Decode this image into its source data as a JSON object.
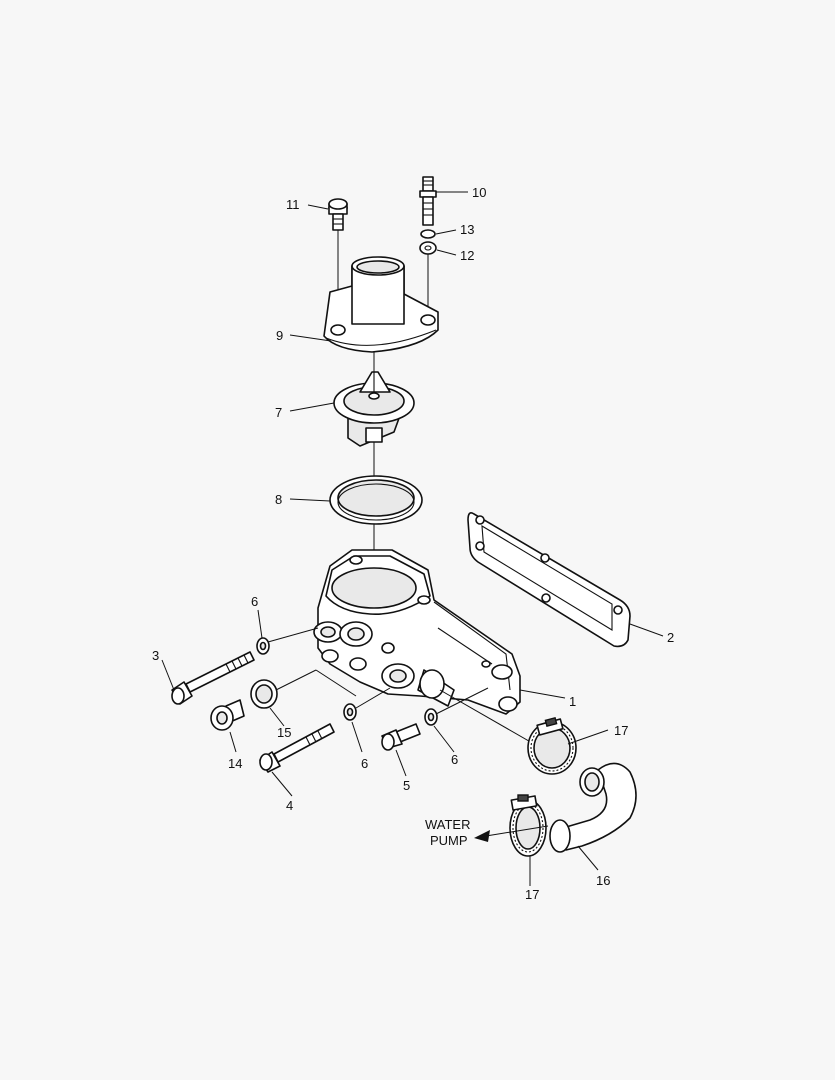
{
  "callouts": {
    "c1": "1",
    "c2": "2",
    "c3": "3",
    "c4": "4",
    "c5": "5",
    "c6a": "6",
    "c6b": "6",
    "c6c": "6",
    "c7": "7",
    "c8": "8",
    "c9": "9",
    "c10": "10",
    "c11": "11",
    "c12": "12",
    "c13": "13",
    "c14": "14",
    "c15": "15",
    "c16": "16",
    "c17a": "17",
    "c17b": "17"
  },
  "annotation": {
    "line1": "WATER",
    "line2": "PUMP"
  }
}
